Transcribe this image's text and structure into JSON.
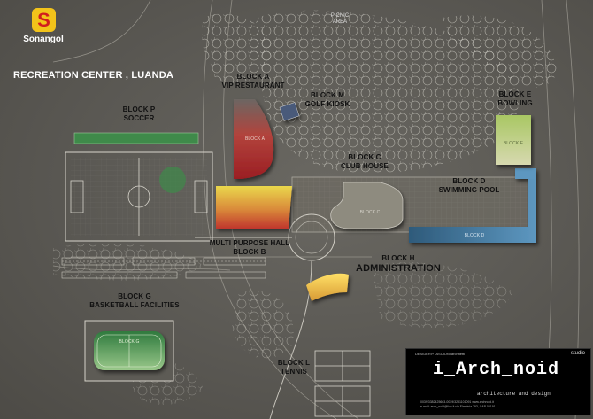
{
  "header": {
    "logo_text": "Sonangol",
    "logo_glyph": "S",
    "subtitle": "RECREATION CENTER , LUANDA"
  },
  "site": {
    "picnic_area": "PICNIC AREA"
  },
  "blocks": {
    "a": {
      "code": "BLOCK A",
      "name": "VIP RESTAURANT",
      "tag": "BLOCK A"
    },
    "m": {
      "code": "BLOCK M",
      "name": "GOLF KIOSK"
    },
    "e": {
      "code": "BLOCK E",
      "name": "BOWLING",
      "tag": "BLOCK E"
    },
    "p": {
      "code": "BLOCK P",
      "name": "SOCCER"
    },
    "c": {
      "code": "BLOCK C",
      "name": "CLUB HOUSE",
      "tag": "BLOCK C"
    },
    "d": {
      "code": "BLOCK D",
      "name": "SWIMMING POOL",
      "tag": "BLOCK D"
    },
    "b": {
      "name": "MULTI PURPOSE HALL",
      "code": "BLOCK B"
    },
    "h": {
      "code": "BLOCK H",
      "name": "ADMINISTRATION"
    },
    "g": {
      "code": "BLOCK G",
      "name": "BASKETBALL FACILITIES",
      "tag": "BLOCK G"
    },
    "l": {
      "code": "BLOCK L",
      "name": "TENNIS"
    }
  },
  "studio": {
    "names": "DESIDERI+TASCIONI   architetti",
    "wordmark": "studio",
    "logo_text": "i_Arch_noid",
    "tagline": "architecture and design",
    "contact_line1": "0039/3382425663-0039/3281101091 www.archnoid.it",
    "contact_line2": "e-mail: arch_noid@live.it  via Flaminia 793, CAP 00191"
  },
  "colors": {
    "logo_yellow": "#f2c31a",
    "logo_red": "#d21d1d",
    "vip_restaurant": "#a8262a",
    "multipurpose_top": "#e6d34a",
    "multipurpose_bottom": "#c03a2e",
    "pool_blue": "#4f82a6",
    "bowling_green": "#9bbf5c",
    "field_green": "#3f8a4a",
    "studio_green": "#3fd13f"
  }
}
